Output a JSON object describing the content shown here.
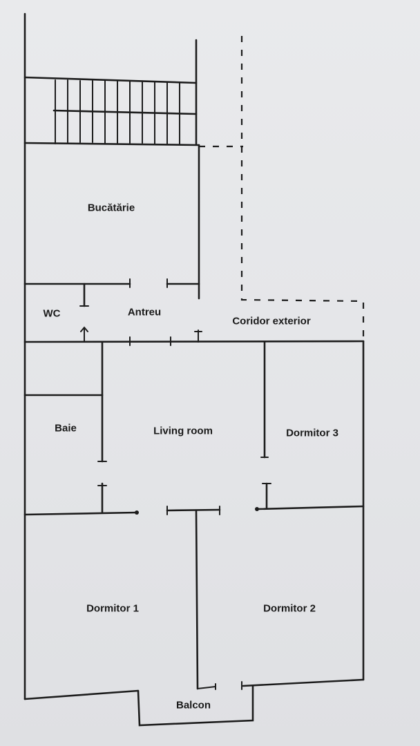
{
  "plan": {
    "rooms": {
      "bucatarie": "Bucătărie",
      "wc": "WC",
      "antreu": "Antreu",
      "coridor": "Coridor exterior",
      "baie": "Baie",
      "living": "Living room",
      "dormitor3": "Dormitor 3",
      "dormitor1": "Dormitor 1",
      "dormitor2": "Dormitor 2",
      "balcon": "Balcon"
    }
  }
}
